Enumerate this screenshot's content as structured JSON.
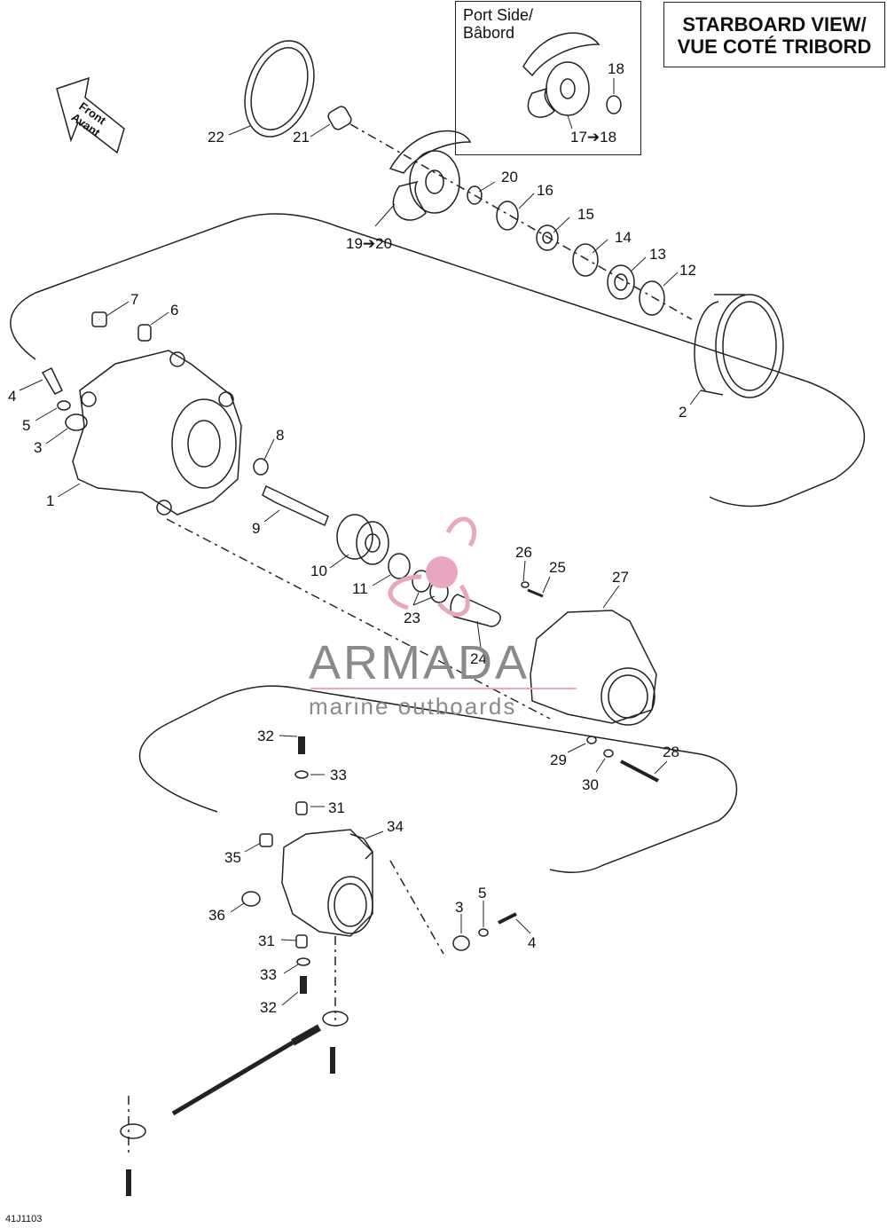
{
  "title_box": {
    "line1": "STARBOARD VIEW/",
    "line2": "VUE COTÉ TRIBORD"
  },
  "port_box": {
    "line1": "Port Side/",
    "line2": "Bâbord"
  },
  "front_arrow": {
    "line1": "Front",
    "line2": "Avant"
  },
  "watermark": {
    "brand": "ARMADA",
    "tagline": "marine outboards",
    "accent_color": "#e8a6c2"
  },
  "part_number": "41J1103",
  "callouts": {
    "c1": "1",
    "c2": "2",
    "c3a": "3",
    "c3b": "3",
    "c4a": "4",
    "c4b": "4",
    "c5a": "5",
    "c5b": "5",
    "c6": "6",
    "c7": "7",
    "c8": "8",
    "c9": "9",
    "c10": "10",
    "c11": "11",
    "c12": "12",
    "c13": "13",
    "c14": "14",
    "c15": "15",
    "c16": "16",
    "c1718": "17➔18",
    "c18": "18",
    "c1920": "19➔20",
    "c20": "20",
    "c21": "21",
    "c22": "22",
    "c23": "23",
    "c24": "24",
    "c25": "25",
    "c26": "26",
    "c27": "27",
    "c28": "28",
    "c29": "29",
    "c30": "30",
    "c31a": "31",
    "c31b": "31",
    "c32a": "32",
    "c32b": "32",
    "c33a": "33",
    "c33b": "33",
    "c34": "34",
    "c35": "35",
    "c36": "36"
  }
}
